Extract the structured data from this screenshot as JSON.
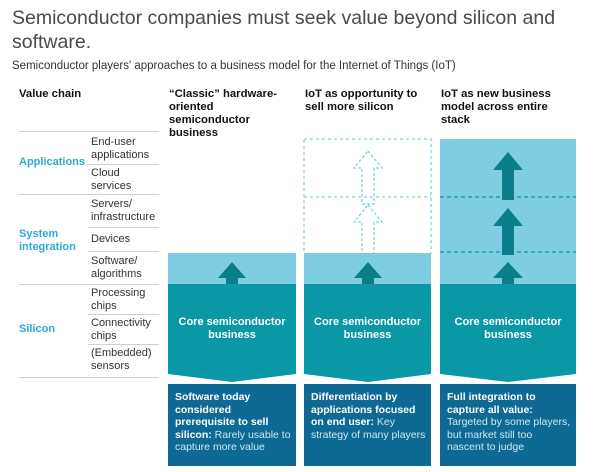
{
  "title": "Semiconductor companies must seek value beyond silicon and software.",
  "subtitle": "Semiconductor players' approaches to a business model for the Internet of Things (IoT)",
  "value_chain": {
    "header": "Value chain",
    "groups": [
      {
        "name": "Applications",
        "items": [
          "End-user applications",
          "Cloud services"
        ]
      },
      {
        "name": "System integration",
        "items": [
          "Servers/ infrastructure",
          "Devices",
          "Software/ algorithms"
        ]
      },
      {
        "name": "Silicon",
        "items": [
          "Processing chips",
          "Connectivity chips",
          "(Embedded) sensors"
        ]
      }
    ]
  },
  "columns": [
    {
      "header": "“Classic” hardware-oriented semiconductor business",
      "core_label": "Core semiconductor business",
      "bottom_bold": "Software today considered prerequisite to sell silicon:",
      "bottom_normal": " Rarely usable to capture more value"
    },
    {
      "header": "IoT as opportunity to sell more silicon",
      "core_label": "Core semiconductor business",
      "bottom_bold": "Differentiation by applications focused on end user:",
      "bottom_normal": " Key strategy of many players"
    },
    {
      "header": "IoT as new business model across entire stack",
      "core_label": "Core semiconductor business",
      "bottom_bold": "Full integration to capture all value:",
      "bottom_normal": " Targeted by some players, but market still too nascent to judge"
    }
  ],
  "colors": {
    "core_teal": "#0a97a6",
    "light_blue": "#7fcde0",
    "dark_box": "#0e6a94",
    "arrow_dark": "#0a7f8b",
    "group_label": "#2ea8d6"
  }
}
